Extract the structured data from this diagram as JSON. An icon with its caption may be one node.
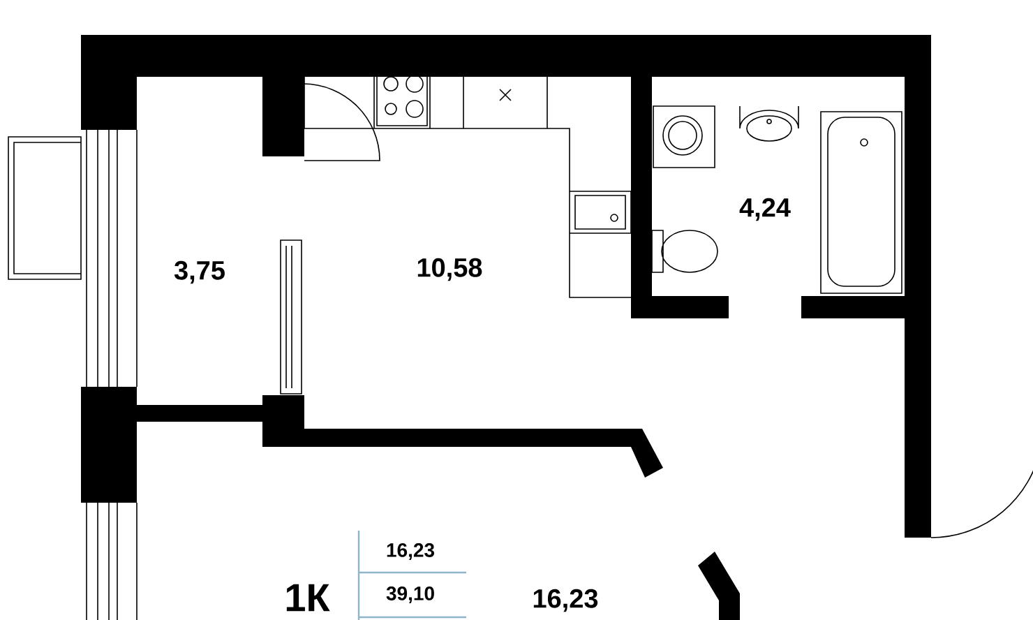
{
  "diagram": {
    "labels": [
      "4,24",
      "3,75",
      "10,58",
      "16,23",
      "1К",
      "39,10",
      "16,23"
    ]
  }
}
